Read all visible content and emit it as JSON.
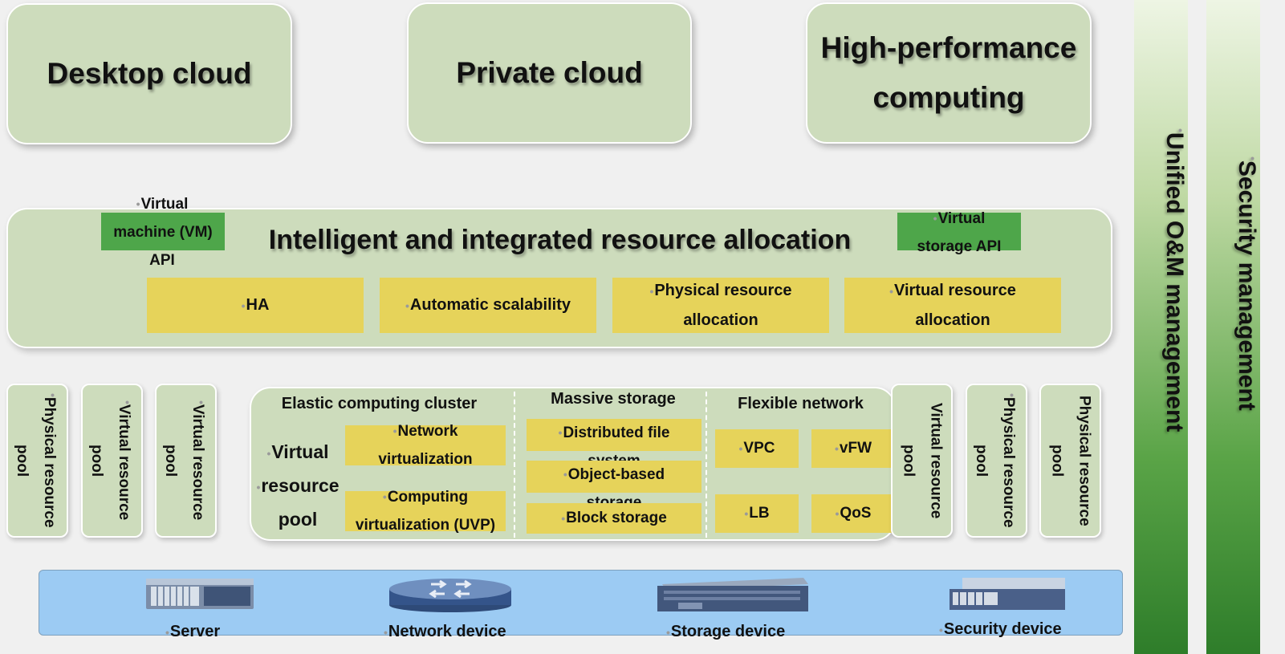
{
  "top": {
    "desktop_cloud": "Desktop cloud",
    "private_cloud": "Private cloud",
    "hpc_line1": "High-performance",
    "hpc_line2": "computing"
  },
  "allocation": {
    "title": "Intelligent and integrated resource allocation",
    "vm_api_1": "Virtual",
    "vm_api_2": "machine (VM)",
    "vm_api_3": "API",
    "storage_api_1": "Virtual",
    "storage_api_2": "storage API",
    "features": [
      "HA",
      "Automatic scalability",
      "Physical resource allocation",
      "Virtual resource allocation"
    ]
  },
  "pools": {
    "left": [
      "Physical resource pool",
      "Virtual resource pool",
      "Virtual resource pool"
    ],
    "right": [
      "Virtual resource pool",
      "Physical resource pool",
      "Physical resource pool"
    ]
  },
  "middle": {
    "compute_heading": "Elastic computing cluster",
    "vrp_1": "Virtual",
    "vrp_2": "resource",
    "vrp_3": "pool",
    "network_virtualization": "Network virtualization",
    "computing_virtualization": "Computing virtualization (UVP)",
    "storage_heading": "Massive storage",
    "distributed_fs": "Distributed file system",
    "object_storage": "Object-based storage",
    "block_storage": "Block storage",
    "network_heading": "Flexible network",
    "vpc": "VPC",
    "vfw": "vFW",
    "lb": "LB",
    "qos": "QoS"
  },
  "hardware": {
    "server": "Server",
    "network_device": "Network device",
    "storage_device": "Storage device",
    "security_device": "Security device"
  },
  "side": {
    "om": "Unified O&M management",
    "security": "Security management"
  }
}
